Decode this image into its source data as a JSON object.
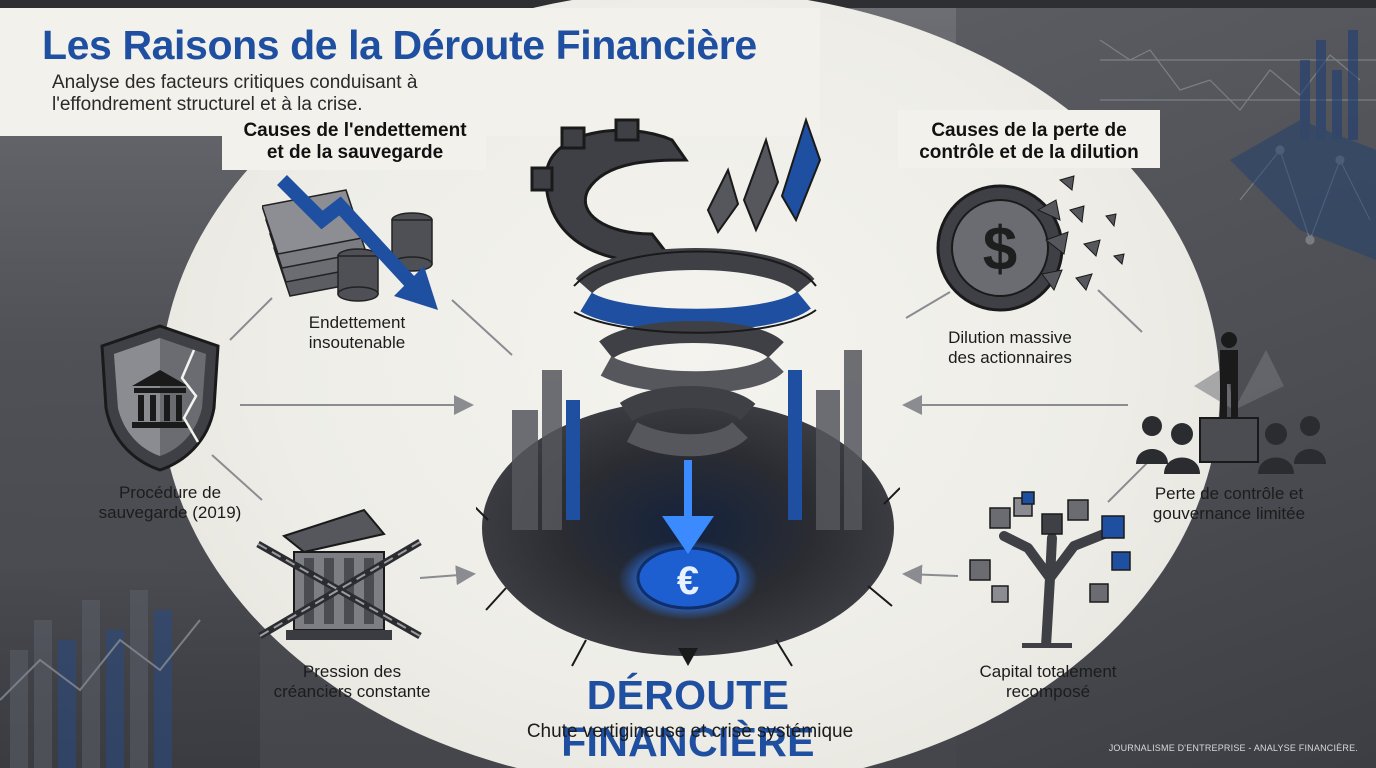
{
  "title": "Les Raisons de la Déroute Financière",
  "subtitle": "Analyse des facteurs critiques conduisant à l'effondrement structurel et à la crise.",
  "left_section": {
    "header_line1": "Causes de l'endettement",
    "header_line2": "et de la sauvegarde",
    "items": [
      {
        "line1": "Endettement",
        "line2": "insoutenable",
        "icon": "falling-money-icon"
      },
      {
        "line1": "Procédure de",
        "line2": "sauvegarde (2019)",
        "icon": "cracked-shield-icon"
      },
      {
        "line1": "Pression des",
        "line2": "créanciers constante",
        "icon": "chained-building-icon"
      }
    ]
  },
  "right_section": {
    "header_line1": "Causes de la perte de",
    "header_line2": "contrôle et de la dilution",
    "items": [
      {
        "line1": "Dilution massive",
        "line2": "des actionnaires",
        "icon": "shattering-coin-icon"
      },
      {
        "line1": "Perte de contrôle et",
        "line2": "gouvernance limitée",
        "icon": "lone-figure-crowd-icon"
      },
      {
        "line1": "Capital totalement",
        "line2": "recomposé",
        "icon": "fragmented-tree-icon"
      }
    ]
  },
  "center": {
    "title": "DÉROUTE FINANCIÈRE",
    "subtitle": "Chute vertigineuse et crise systémique",
    "icon": "collapsing-spiral-euro-icon"
  },
  "footer": "JOURNALISME D'ENTREPRISE - ANALYSE FINANCIÈRE.",
  "colors": {
    "accent_blue": "#1f4fa0",
    "dark_gray": "#3f4147",
    "panel": "#f2f1ec",
    "glow_blue": "#2f7dff"
  }
}
